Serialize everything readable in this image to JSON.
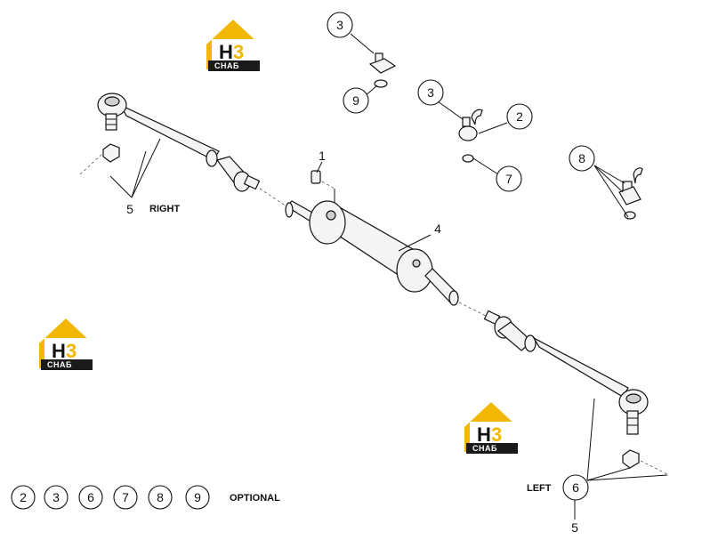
{
  "logo": {
    "brand_main": "H",
    "brand_accent": "3",
    "brand_sub": "СНАБ"
  },
  "labels": {
    "right": "RIGHT",
    "left": "LEFT",
    "optional": "OPTIONAL"
  },
  "callouts": {
    "c1": "1",
    "c2": "2",
    "c3a": "3",
    "c3b": "3",
    "c4": "4",
    "c5a": "5",
    "c5b": "5",
    "c6": "6",
    "c7": "7",
    "c8": "8",
    "c9": "9"
  },
  "optional_items": [
    "2",
    "3",
    "6",
    "7",
    "8",
    "9"
  ],
  "colors": {
    "accent": "#f2b705",
    "dark": "#1a1a1a"
  }
}
